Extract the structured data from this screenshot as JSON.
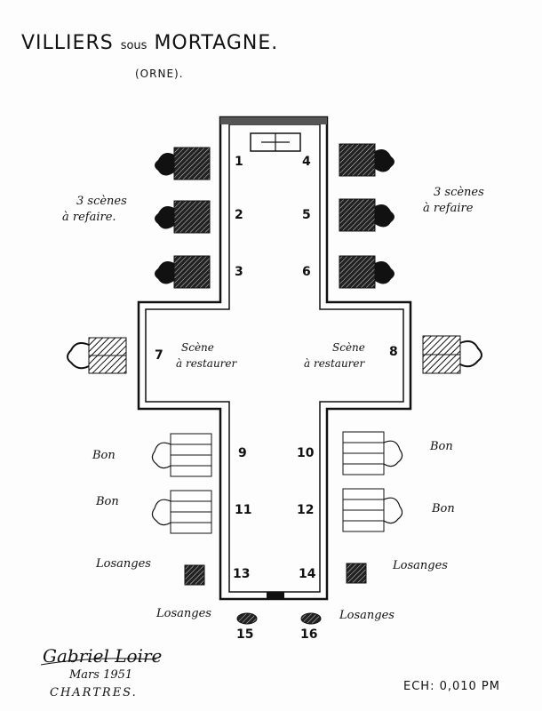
{
  "title": {
    "main1": "VILLIERS",
    "small": "sous",
    "main2": "MORTAGNE."
  },
  "subtitle": "(ORNE).",
  "notes": {
    "left_top": {
      "line1": "3 scènes",
      "line2": "à refaire."
    },
    "right_top": {
      "line1": "3 scènes",
      "line2": "à refaire"
    },
    "scene7": {
      "line1": "Scène",
      "line2": "à restaurer"
    },
    "scene8": {
      "line1": "Scène",
      "line2": "à restaurer"
    },
    "bon_l1": "Bon",
    "bon_l2": "Bon",
    "bon_r1": "Bon",
    "bon_r2": "Bon",
    "los_l": "Losanges",
    "los_r": "Losanges",
    "los_bl": "Losanges",
    "los_br": "Losanges"
  },
  "windows": [
    "1",
    "2",
    "3",
    "4",
    "5",
    "6",
    "7",
    "8",
    "9",
    "10",
    "11",
    "12",
    "13",
    "14",
    "15",
    "16"
  ],
  "signature": "Gabriel Loire",
  "date": "Mars 1951",
  "city": "CHARTRES.",
  "scale": "ECH: 0,010 PM"
}
